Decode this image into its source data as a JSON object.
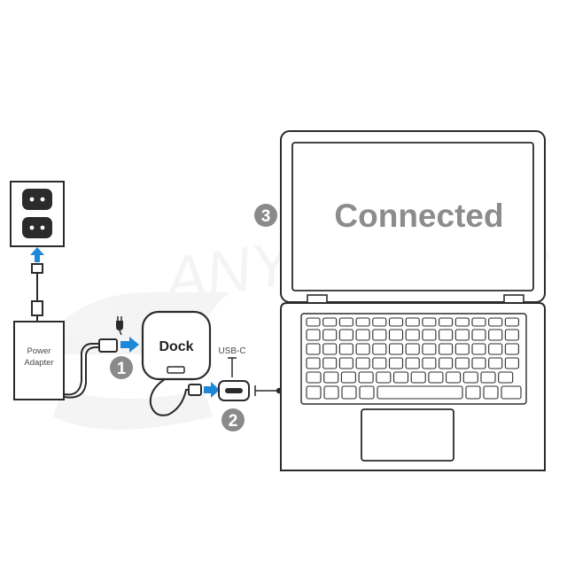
{
  "watermark": "ANYDD",
  "power_adapter": {
    "line1": "Power",
    "line2": "Adapter"
  },
  "dock": {
    "label": "Dock"
  },
  "usb_c": {
    "label": "USB-C"
  },
  "steps": [
    "1",
    "2",
    "3"
  ],
  "screen": {
    "status": "Connected"
  },
  "colors": {
    "arrow": "#1e88d8",
    "outline": "#2b2b2b",
    "badge": "#8a8a8a",
    "status_text": "#8c8c8c"
  },
  "icons": [
    "outlet-icon",
    "plug-icon",
    "power-plug-icon",
    "laptop-icon",
    "dock-icon",
    "usb-c-port-icon",
    "arrow-right-icon",
    "arrow-up-icon"
  ]
}
